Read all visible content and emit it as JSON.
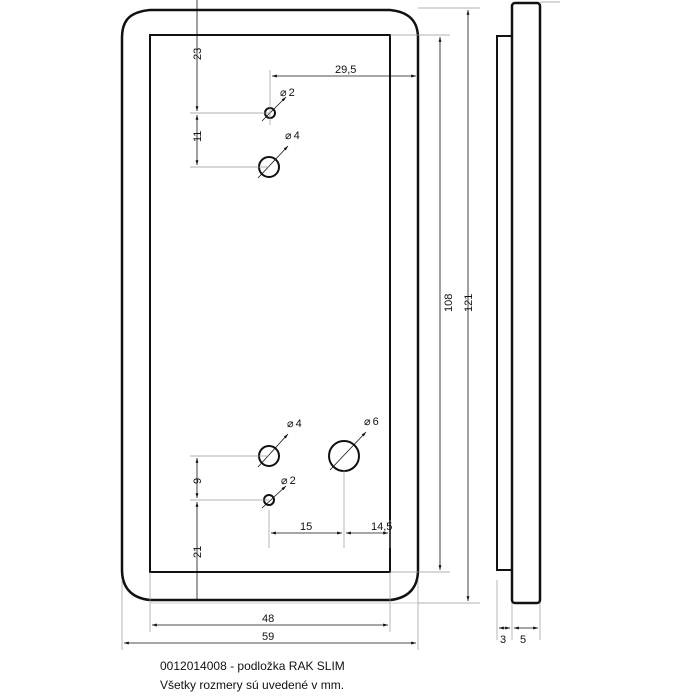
{
  "drawing": {
    "dims": {
      "d23": "23",
      "d29_5": "29,5",
      "d11": "11",
      "d108": "108",
      "d121": "121",
      "d9": "9",
      "d21": "21",
      "d15": "15",
      "d14_5": "14,5",
      "d48": "48",
      "d59": "59",
      "d3": "3",
      "d5": "5"
    },
    "holes": {
      "top_small": "2",
      "top_medium": "4",
      "bottom_medium": "4",
      "bottom_large": "6",
      "bottom_small": "2"
    },
    "diameter_symbol": "⌀"
  },
  "caption": {
    "line1": "0012014008 - podložka RAK SLIM",
    "line2": "Všetky rozmery sú uvedené v mm."
  }
}
